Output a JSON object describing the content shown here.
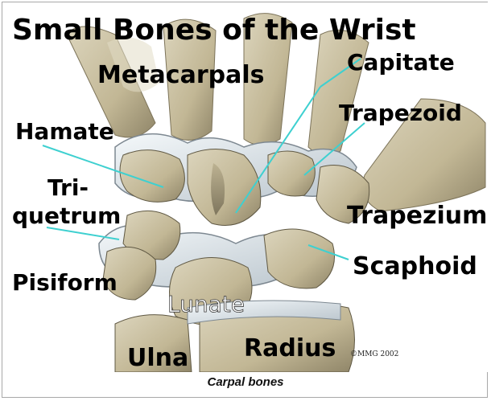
{
  "figure": {
    "title": "Small Bones of the Wrist",
    "labels": {
      "metacarpals": "Metacarpals",
      "capitate": "Capitate",
      "trapezoid": "Trapezoid",
      "hamate": "Hamate",
      "triquetrum_1": "Tri-",
      "triquetrum_2": "quetrum",
      "trapezium": "Trapezium",
      "pisiform": "Pisiform",
      "scaphoid": "Scaphoid",
      "lunate": "Lunate",
      "ulna": "Ulna",
      "radius": "Radius"
    },
    "copyright": "©MMG 2002",
    "colors": {
      "bone": "#c9c0a3",
      "cartilage": "#e8eef2",
      "leader": "#3ed0d0"
    }
  },
  "caption": "Carpal bones"
}
